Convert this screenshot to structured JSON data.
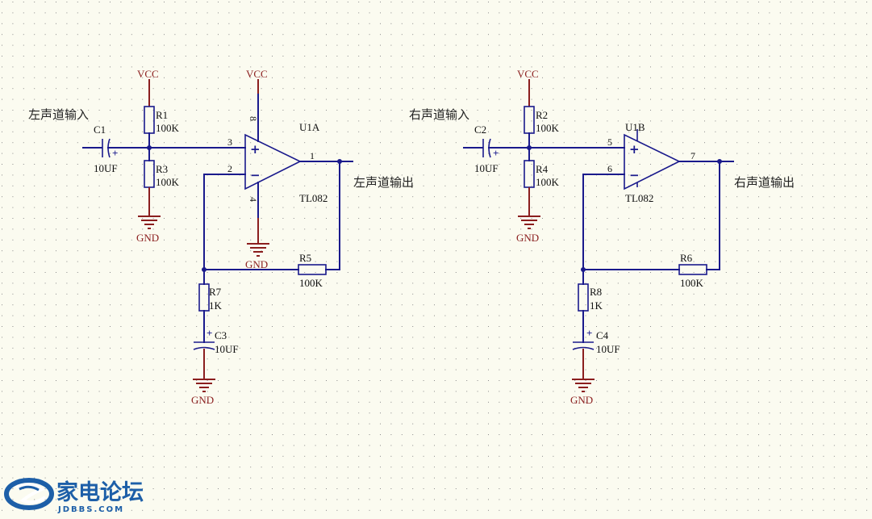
{
  "left": {
    "input_label": "左声道输入",
    "output_label": "左声道输出",
    "vcc_bias": "VCC",
    "vcc_opamp": "VCC",
    "gnd_bias": "GND",
    "gnd_opamp": "GND",
    "gnd_cap": "GND",
    "c_in": {
      "ref": "C1",
      "value": "10UF"
    },
    "r_top": {
      "ref": "R1",
      "value": "100K"
    },
    "r_bot": {
      "ref": "R3",
      "value": "100K"
    },
    "r_fb": {
      "ref": "R5",
      "value": "100K"
    },
    "r_gnd": {
      "ref": "R7",
      "value": "1K"
    },
    "c_gnd": {
      "ref": "C3",
      "value": "10UF"
    },
    "opamp": {
      "ref": "U1A",
      "part": "TL082",
      "pin_noninv": "3",
      "pin_inv": "2",
      "pin_out": "1",
      "pin_vcc": "8",
      "pin_vee": "4"
    }
  },
  "right": {
    "input_label": "右声道输入",
    "output_label": "右声道输出",
    "vcc_bias": "VCC",
    "gnd_bias": "GND",
    "gnd_cap": "GND",
    "c_in": {
      "ref": "C2",
      "value": "10UF"
    },
    "r_top": {
      "ref": "R2",
      "value": "100K"
    },
    "r_bot": {
      "ref": "R4",
      "value": "100K"
    },
    "r_fb": {
      "ref": "R6",
      "value": "100K"
    },
    "r_gnd": {
      "ref": "R8",
      "value": "1K"
    },
    "c_gnd": {
      "ref": "C4",
      "value": "10UF"
    },
    "opamp": {
      "ref": "U1B",
      "part": "TL082",
      "pin_noninv": "5",
      "pin_inv": "6",
      "pin_out": "7"
    }
  },
  "symbols": {
    "plus": "+",
    "minus": "−",
    "cap_plus": "+"
  },
  "watermark": {
    "chinese": "家电论坛",
    "site": "JDBBS.COM"
  },
  "colors": {
    "wire": "#1a1a8c",
    "power": "#8b1e1e",
    "background": "#fbfbf0",
    "grid": "#8a8a8a",
    "logo": "#1d5fa8"
  }
}
